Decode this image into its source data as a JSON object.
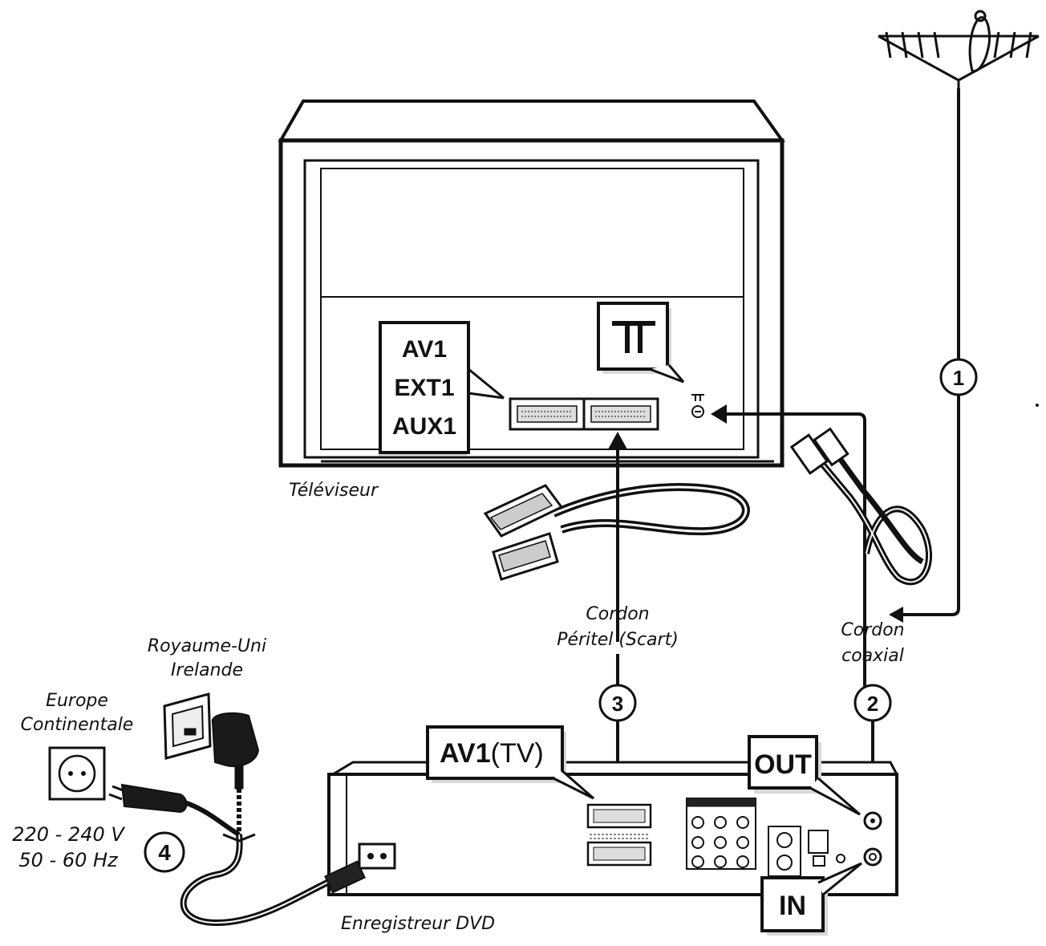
{
  "tv": {
    "label": "Téléviseur",
    "scart_box": {
      "line1": "AV1",
      "line2": "EXT1",
      "line3": "AUX1"
    },
    "antenna_box_symbol": "⊤⊤",
    "antenna_socket_symbol": "⊤⊤"
  },
  "cables": {
    "scart": {
      "line1": "Cordon",
      "line2": "Péritel (Scart)"
    },
    "coax": {
      "line1": "Cordon",
      "line2": "coaxial"
    }
  },
  "steps": {
    "one": "1",
    "two": "2",
    "three": "3",
    "four": "4"
  },
  "recorder": {
    "label": "Enregistreur DVD",
    "av1_bold": "AV1",
    "av1_normal": "(TV)",
    "out_label": "OUT",
    "in_label": "IN"
  },
  "power": {
    "uk_line1": "Royaume-Uni",
    "uk_line2": "Irelande",
    "eu_line1": "Europe",
    "eu_line2": "Continentale",
    "voltage": "220 - 240 V",
    "frequency": "50 - 60 Hz"
  },
  "colors": {
    "ink": "#111111",
    "paper": "#ffffff",
    "shade": "#d8d8d8"
  }
}
